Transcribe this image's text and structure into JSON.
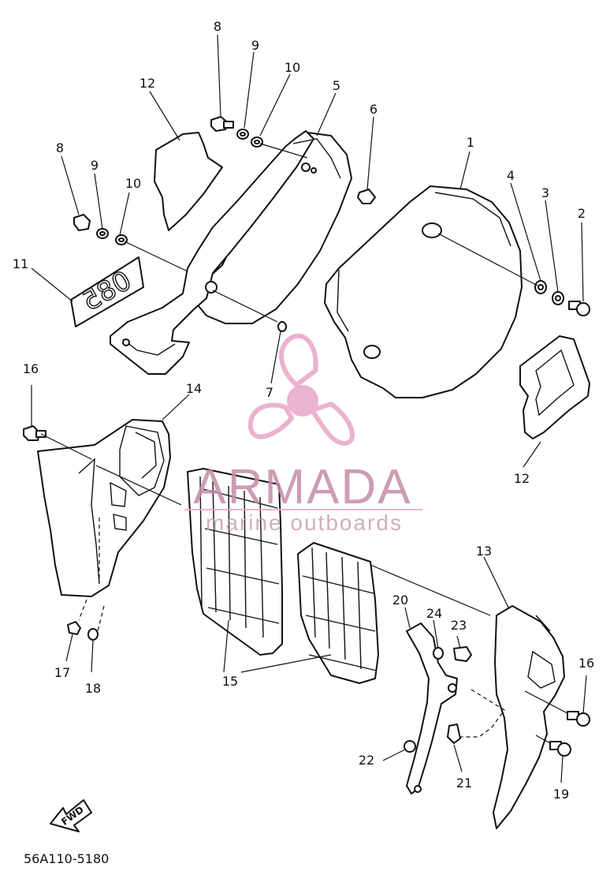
{
  "diagram": {
    "callouts": [
      {
        "id": "c1",
        "text": "1"
      },
      {
        "id": "c2",
        "text": "2"
      },
      {
        "id": "c3",
        "text": "3"
      },
      {
        "id": "c4",
        "text": "4"
      },
      {
        "id": "c5",
        "text": "5"
      },
      {
        "id": "c6",
        "text": "6"
      },
      {
        "id": "c7",
        "text": "7"
      },
      {
        "id": "c8a",
        "text": "8"
      },
      {
        "id": "c8b",
        "text": "8"
      },
      {
        "id": "c9a",
        "text": "9"
      },
      {
        "id": "c9b",
        "text": "9"
      },
      {
        "id": "c10a",
        "text": "10"
      },
      {
        "id": "c10b",
        "text": "10"
      },
      {
        "id": "c11",
        "text": "11"
      },
      {
        "id": "c12a",
        "text": "12"
      },
      {
        "id": "c12b",
        "text": "12"
      },
      {
        "id": "c13",
        "text": "13"
      },
      {
        "id": "c14",
        "text": "14"
      },
      {
        "id": "c15",
        "text": "15"
      },
      {
        "id": "c16a",
        "text": "16"
      },
      {
        "id": "c16b",
        "text": "16"
      },
      {
        "id": "c17",
        "text": "17"
      },
      {
        "id": "c18",
        "text": "18"
      },
      {
        "id": "c19",
        "text": "19"
      },
      {
        "id": "c20",
        "text": "20"
      },
      {
        "id": "c21",
        "text": "21"
      },
      {
        "id": "c22",
        "text": "22"
      },
      {
        "id": "c23",
        "text": "23"
      },
      {
        "id": "c24",
        "text": "24"
      }
    ],
    "emblem_text": "085",
    "fwd_label": "FWD",
    "diagram_code": "56A110-5180"
  },
  "watermark": {
    "brand": "ARMADA",
    "tagline": "marine outboards",
    "color": "#e7a6c8"
  }
}
